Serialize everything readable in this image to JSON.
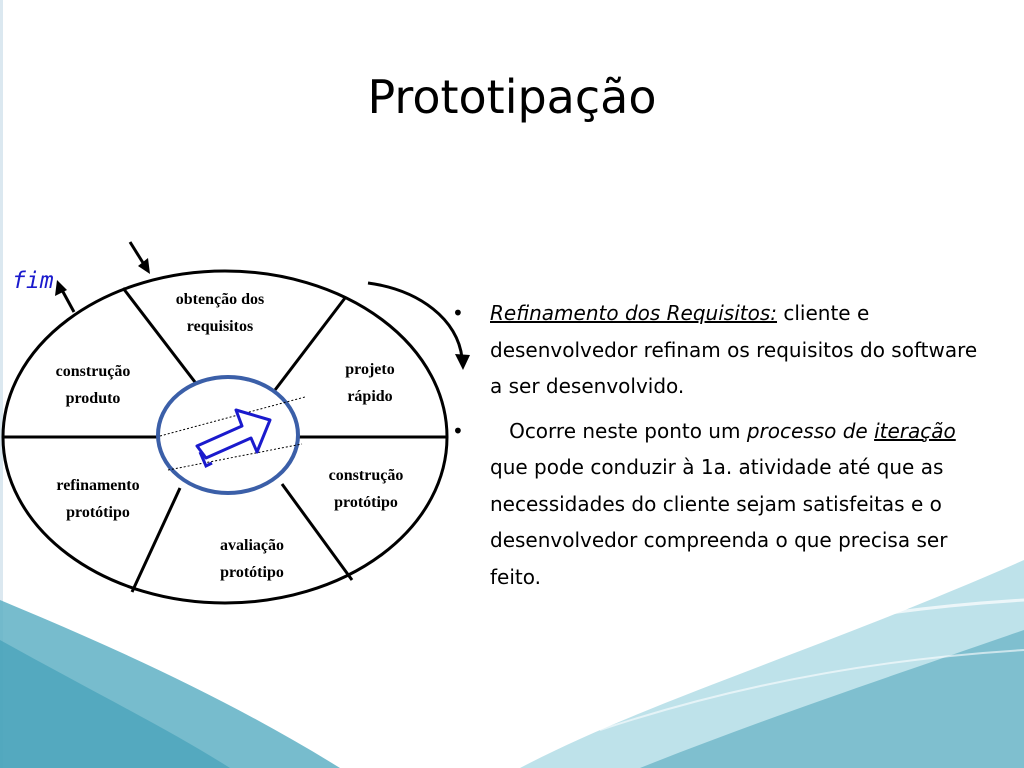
{
  "slide": {
    "title": "Prototipação",
    "diagram": {
      "outer_side_label": "fim",
      "segments": {
        "top": "obtenção dos\nrequisitos",
        "upper_right": "projeto\nrápido",
        "lower_right": "construção\nprotótipo",
        "bottom": "avaliação\nprotótipo",
        "lower_left": "refinamento\nprotótipo",
        "upper_left": "construção\nproduto"
      }
    },
    "bullets": [
      {
        "marker": "•",
        "term": "Refinamento dos Requisitos:",
        "text": " cliente e desenvolvedor refinam os requisitos do software a ser desenvolvido."
      },
      {
        "marker": "•",
        "lead": "   Ocorre neste ponto um ",
        "italic_1": "processo de",
        "italic_2": "iteração",
        "text": " que pode conduzir à 1a. atividade até que as necessidades do cliente sejam satisfeitas e o desenvolvedor compreenda o que precisa ser feito."
      }
    ],
    "colors": {
      "wave_dark": "#6fb6c8",
      "wave_light": "#a8d8e3",
      "center_ring": "#3b5fa8",
      "arrow_blue": "#1a1acd"
    }
  }
}
